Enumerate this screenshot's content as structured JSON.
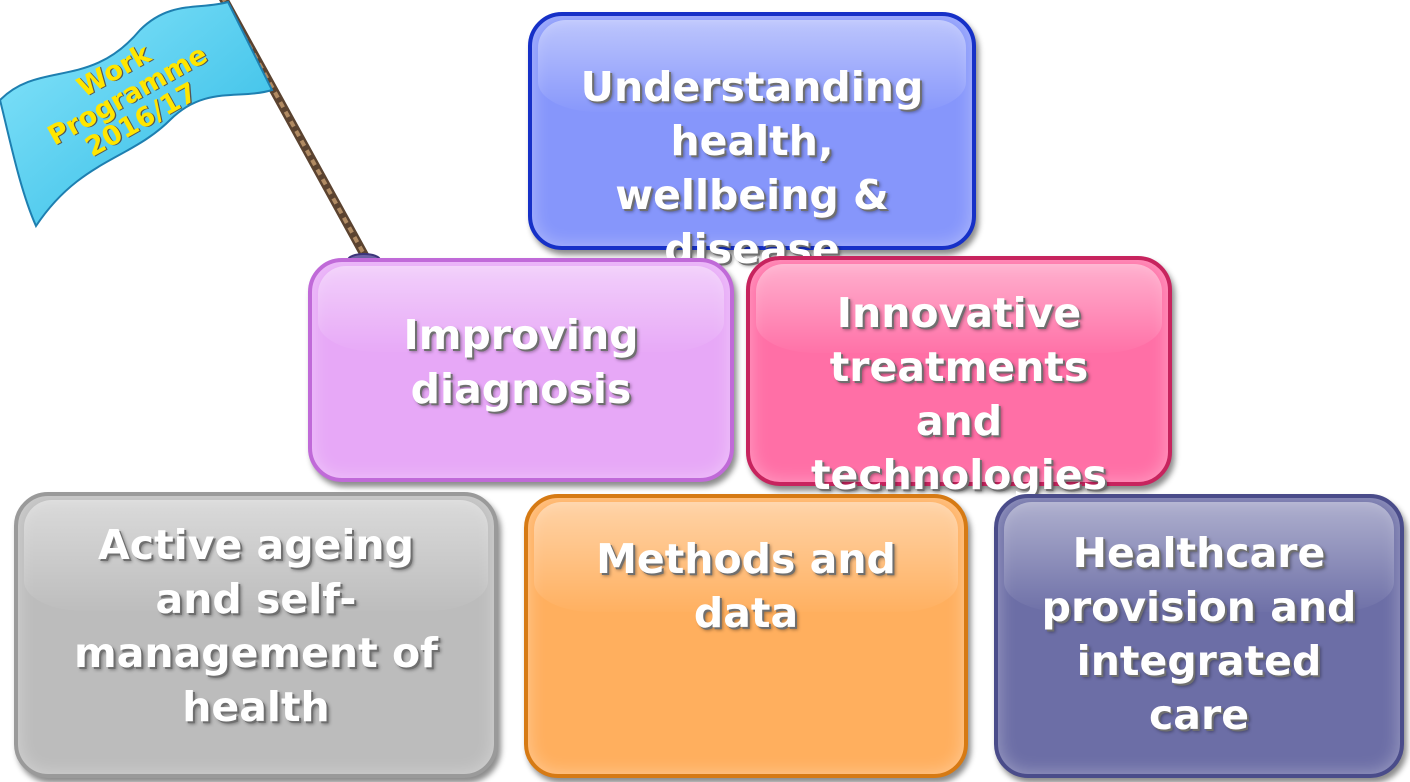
{
  "flag": {
    "text": "Work\nProgramme\n2016/17",
    "colors": {
      "cloth": "#4fd0f2",
      "text": "#ffe600",
      "pole": "#8a6a4a"
    }
  },
  "boxes": {
    "understanding": {
      "label": "Understanding\nhealth,\nwellbeing &\ndisease",
      "fill": "#8696fb",
      "border": "#1630c7"
    },
    "diagnosis": {
      "label": "Improving\ndiagnosis",
      "fill": "#e7a8f7",
      "border": "#c06ad8"
    },
    "innovative": {
      "label": "Innovative\ntreatments\nand\ntechnologies",
      "fill": "#ff6fa6",
      "border": "#c7245e"
    },
    "active_ageing": {
      "label": "Active ageing\nand self-\nmanagement of\nhealth",
      "fill": "#bcbcbc",
      "border": "#9a9a9a"
    },
    "methods": {
      "label": "Methods and\ndata",
      "fill": "#ffaf5e",
      "border": "#d67a14"
    },
    "healthcare": {
      "label": "Healthcare\nprovision and\nintegrated\ncare",
      "fill": "#6c6ea6",
      "border": "#4a4c8a"
    }
  }
}
